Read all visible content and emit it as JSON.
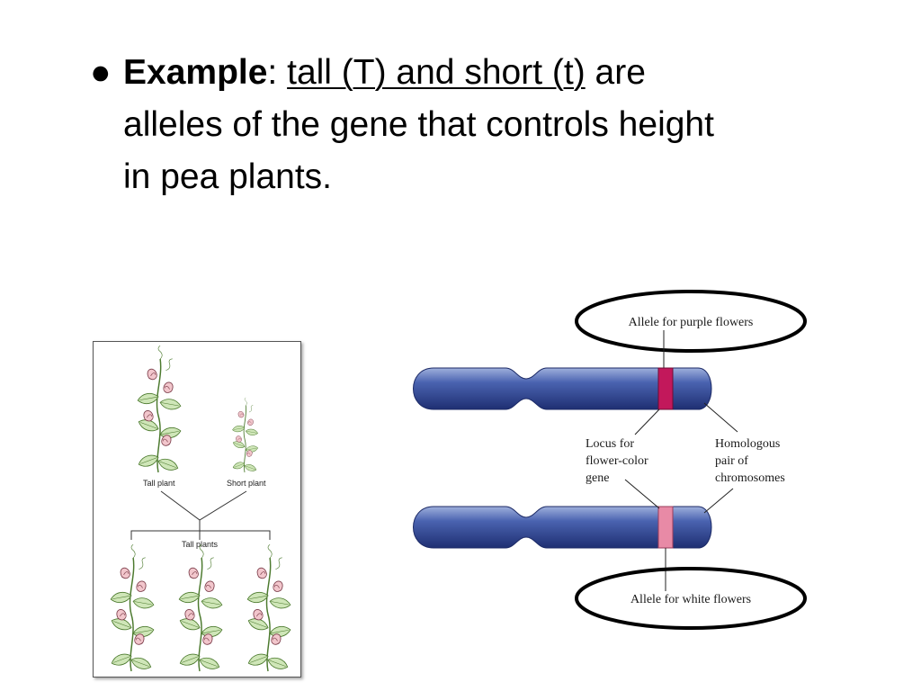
{
  "slide": {
    "bullet": "●",
    "term": "Example",
    "colon": ":",
    "underlined": "tall (T) and short (t)",
    "line1_rest": " are",
    "line2": "alleles of the gene that controls height",
    "line3": "in pea plants."
  },
  "pea_figure": {
    "tall_label": "Tall plant",
    "short_label": "Short plant",
    "offspring_label": "Tall plants"
  },
  "chromosome_figure": {
    "purple_label": "Allele for purple flowers",
    "white_label": "Allele for white flowers",
    "locus_label": [
      "Locus for",
      "flower-color",
      "gene"
    ],
    "homolog_label": [
      "Homologous",
      "pair of",
      "chromosomes"
    ],
    "colors": {
      "chromosome": "#3b55a0",
      "purple_band": "#c2185b",
      "white_band": "#e88aa6"
    }
  }
}
